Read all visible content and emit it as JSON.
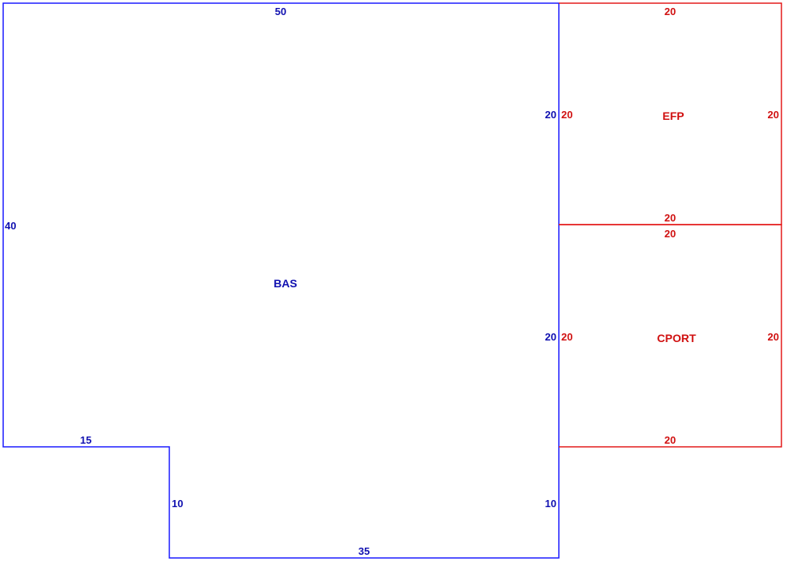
{
  "colors": {
    "bas": "#1a1aff",
    "bas_text": "#1010b0",
    "addition": "#e41a1a",
    "addition_text": "#d01010",
    "background": "#ffffff"
  },
  "areas": {
    "bas": {
      "label": "BAS",
      "dims": {
        "top": "50",
        "left": "40",
        "right_upper": "20",
        "right_middle": "20",
        "right_lower": "10",
        "bottom_left": "15",
        "notch_vertical": "10",
        "bottom": "35"
      }
    },
    "efp": {
      "label": "EFP",
      "dims": {
        "top": "20",
        "left": "20",
        "right": "20",
        "bottom": "20"
      }
    },
    "cport": {
      "label": "CPORT",
      "dims": {
        "top": "20",
        "left": "20",
        "right": "20",
        "bottom": "20"
      }
    }
  }
}
